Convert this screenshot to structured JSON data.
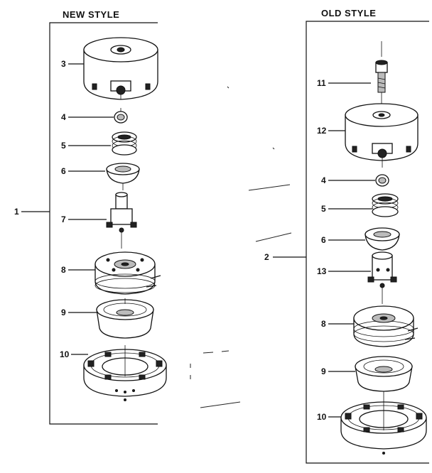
{
  "headings": {
    "new_style": "NEW STYLE",
    "old_style": "OLD STYLE"
  },
  "new_style_callouts": {
    "assembly": "1",
    "housing": "3",
    "part_4": "4",
    "spring": "5",
    "retainer": "6",
    "spindle": "7",
    "spool": "8",
    "cup": "9",
    "hub": "10"
  },
  "old_style_callouts": {
    "assembly": "2",
    "bolt": "11",
    "housing": "12",
    "part_4": "4",
    "spring": "5",
    "retainer": "6",
    "spindle": "13",
    "spool": "8",
    "cup": "9",
    "hub": "10"
  }
}
